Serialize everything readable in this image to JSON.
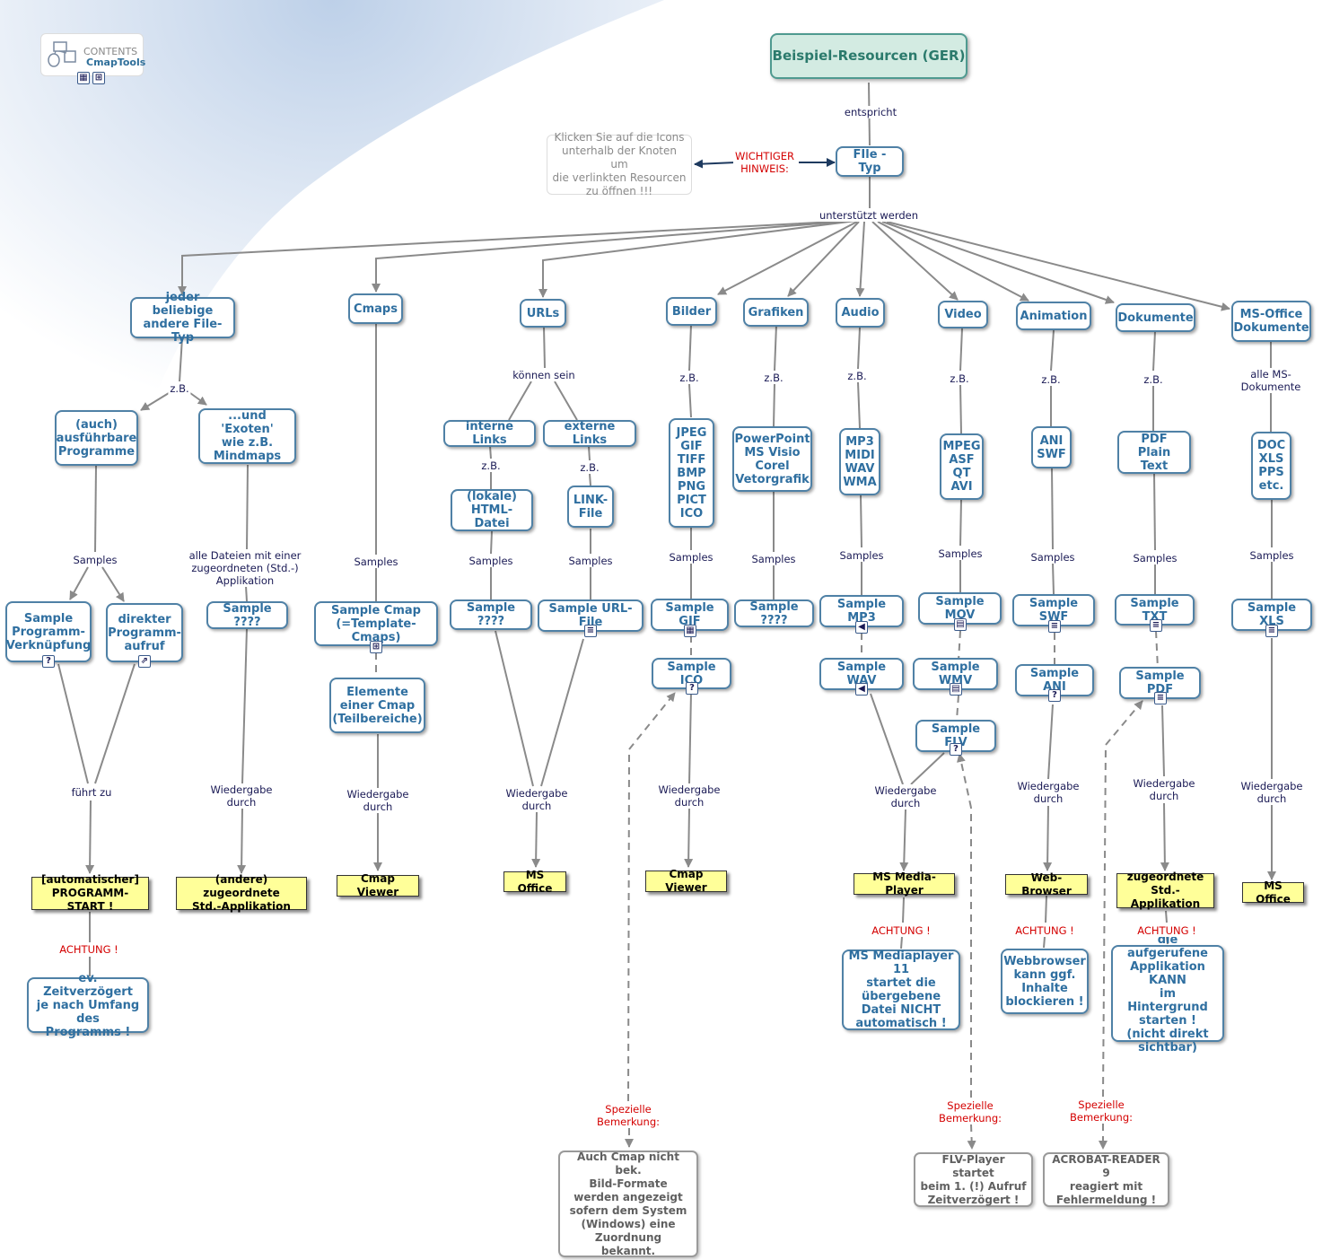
{
  "logo": {
    "line1": "CONTENTS",
    "line2": "CmapTools"
  },
  "colors": {
    "concept_border": "#4f81a6",
    "concept_text": "#2f6fa0",
    "resource_fill": "#ffff99",
    "note_border": "#9a9a9a",
    "link_text": "#1a1a55",
    "warning_text": "#d40000",
    "root_fill": "#d3ebe2",
    "connector": "#8a8a8a"
  },
  "nodes": {
    "root": "Beispiel-Resourcen (GER)",
    "hint": "Klicken Sie auf die Icons\nunterhalb der Knoten um\ndie verlinkten Resourcen\nzu öffnen !!!",
    "filetyp": "FIle - Typ",
    "jeder": "jeder beliebige\nandere File-Typ",
    "cmaps": "Cmaps",
    "urls": "URLs",
    "bilder": "Bilder",
    "grafiken": "Grafiken",
    "audio": "Audio",
    "video": "Video",
    "animation": "Animation",
    "dokumente": "Dokumente",
    "msoffice": "MS-Office\nDokumente",
    "ausfuehrbar": "(auch)\nausführbare\nProgramme",
    "exoten": "...und 'Exoten'\nwie z.B.\nMindmaps",
    "interne": "interne Links",
    "externe": "externe Links",
    "lokale": "(lokale)\nHTML-Datei",
    "linkfile": "LINK-\nFile",
    "bildformate": "JPEG\nGIF\nTIFF\nBMP\nPNG\nPICT\nICO",
    "grafikformate": "PowerPoint\nMS Visio\nCorel\nVetorgrafik",
    "audioformate": "MP3\nMIDI\nWAV\nWMA",
    "videoformate": "MPEG\nASF\nQT\nAVI",
    "aniformate": "ANI\nSWF",
    "dokformate": "PDF\nPlain Text",
    "msformate": "DOC\nXLS\nPPS\netc.",
    "s_progverk": "Sample\nProgramm-\nVerknüpfung",
    "s_direkt": "direkter\nProgramm-\naufruf",
    "s_exoten": "Sample ????",
    "s_cmap": "Sample Cmap\n(=Template-Cmaps)",
    "elemente": "Elemente\neiner Cmap\n(Teilbereiche)",
    "s_html": "Sample ????",
    "s_url": "Sample URL-File",
    "s_gif": "Sample GIF",
    "s_ico": "Sample ICO",
    "s_grafik": "Sample ????",
    "s_mp3": "Sample MP3",
    "s_wav": "Sample WAV",
    "s_mov": "Sample MOV",
    "s_wmv": "Sample WMV",
    "s_flv": "Sample FLV",
    "s_swf": "Sample SWF",
    "s_ani": "Sample ANI",
    "s_txt": "Sample TXT",
    "s_pdf": "Sample PDF",
    "s_xls": "Sample XLS",
    "r_progstart": "[automatischer]\nPROGRAMM-START !",
    "r_andere": "(andere) zugeordnete\nStd.-Applikation",
    "r_cmapviewer1": "Cmap Viewer",
    "r_msoffice1": "MS Office",
    "r_cmapviewer2": "Cmap Viewer",
    "r_mediaplayer": "MS Media-Player",
    "r_webbrowser": "Web-Browser",
    "r_zugeordnete": "zugeordnete\nStd.-Applikation",
    "r_msoffice2": "MS Office",
    "n_zeit": "ev. Zeitverzögert\nje nach Umfang des\nProgramms !",
    "n_mediaplayer": "MS Mediaplayer 11\nstartet die\nübergebene\nDatei NICHT\nautomatisch !",
    "n_webbrowser": "Webbrowser\nkann ggf.\nInhalte\nblockieren !",
    "n_aufgerufene": "die aufgerufene\nApplikation KANN\nim Hintergrund\nstarten !\n(nicht direkt\nsichtbar)",
    "n_cmapbild": "Auch Cmap nicht bek.\nBild-Formate\nwerden angezeigt\nsofern dem System\n(Windows) eine\nZuordnung\nbekannt.",
    "n_flv": "FLV-Player startet\nbeim 1. (!) Aufruf\nZeitverzögert !",
    "n_acrobat": "ACROBAT-READER 9\nreagiert mit\nFehlermeldung !"
  },
  "links": {
    "entspricht": "entspricht",
    "wichtig": "WICHTIGER\nHINWEIS:",
    "unterstuetzt": "unterstützt werden",
    "zb_jeder": "z.B.",
    "samples_ausf": "Samples",
    "alle_dateien": "alle Dateien mit einer\nzugeordneten (Std.-)\nApplikation",
    "fuehrt": "führt zu",
    "achtung_prog": "ACHTUNG !",
    "wg_andere": "Wiedergabe\ndurch",
    "samples_cmaps": "Samples",
    "wg_cmap": "Wiedergabe\ndurch",
    "koennen": "können sein",
    "zb_int": "z.B.",
    "zb_ext": "z.B.",
    "samples_int": "Samples",
    "samples_ext": "Samples",
    "wg_url": "Wiedergabe\ndurch",
    "zb_bild": "z.B.",
    "samples_bild": "Samples",
    "wg_bild": "Wiedergabe\ndurch",
    "spez_bild": "Spezielle\nBemerkung:",
    "zb_graf": "z.B.",
    "samples_graf": "Samples",
    "zb_audio": "z.B.",
    "samples_audio": "Samples",
    "wg_media": "Wiedergabe\ndurch",
    "achtung_media": "ACHTUNG !",
    "zb_video": "z.B.",
    "samples_video": "Samples",
    "spez_flv": "Spezielle\nBemerkung:",
    "zb_ani": "z.B.",
    "samples_ani": "Samples",
    "wg_web": "Wiedergabe\ndurch",
    "achtung_web": "ACHTUNG !",
    "zb_dok": "z.B.",
    "samples_dok": "Samples",
    "wg_dok": "Wiedergabe\ndurch",
    "achtung_dok": "ACHTUNG !",
    "spez_pdf": "Spezielle\nBemerkung:",
    "alle_ms": "alle MS-Dokumente",
    "samples_ms": "Samples",
    "wg_ms": "Wiedergabe\ndurch"
  },
  "icons": [
    {
      "name": "image-icon",
      "glyph": "▦"
    },
    {
      "name": "submap-icon",
      "glyph": "⊞"
    },
    {
      "name": "unknown-file-icon",
      "glyph": "?"
    },
    {
      "name": "run-program-icon",
      "glyph": "⇗"
    },
    {
      "name": "document-icon",
      "glyph": "≡"
    },
    {
      "name": "sound-icon",
      "glyph": "◀"
    },
    {
      "name": "movie-icon",
      "glyph": "▤"
    }
  ]
}
